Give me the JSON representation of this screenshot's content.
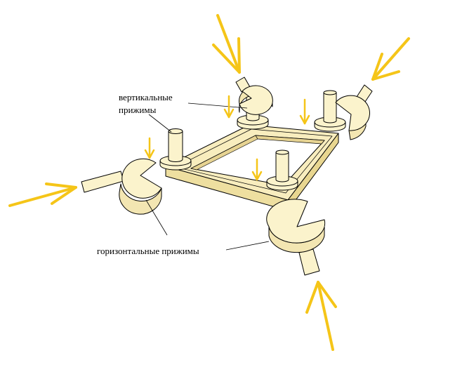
{
  "labels": {
    "vertical_line1": "вертикальные",
    "vertical_line2": "прижимы",
    "horizontal": "горизонтальные прижимы"
  },
  "colors": {
    "arrow": "#F5C518",
    "part_fill": "#FBF3CC",
    "frame_face": "#F8EDBE",
    "frame_side": "#EEDFA0",
    "outline": "#000000"
  }
}
